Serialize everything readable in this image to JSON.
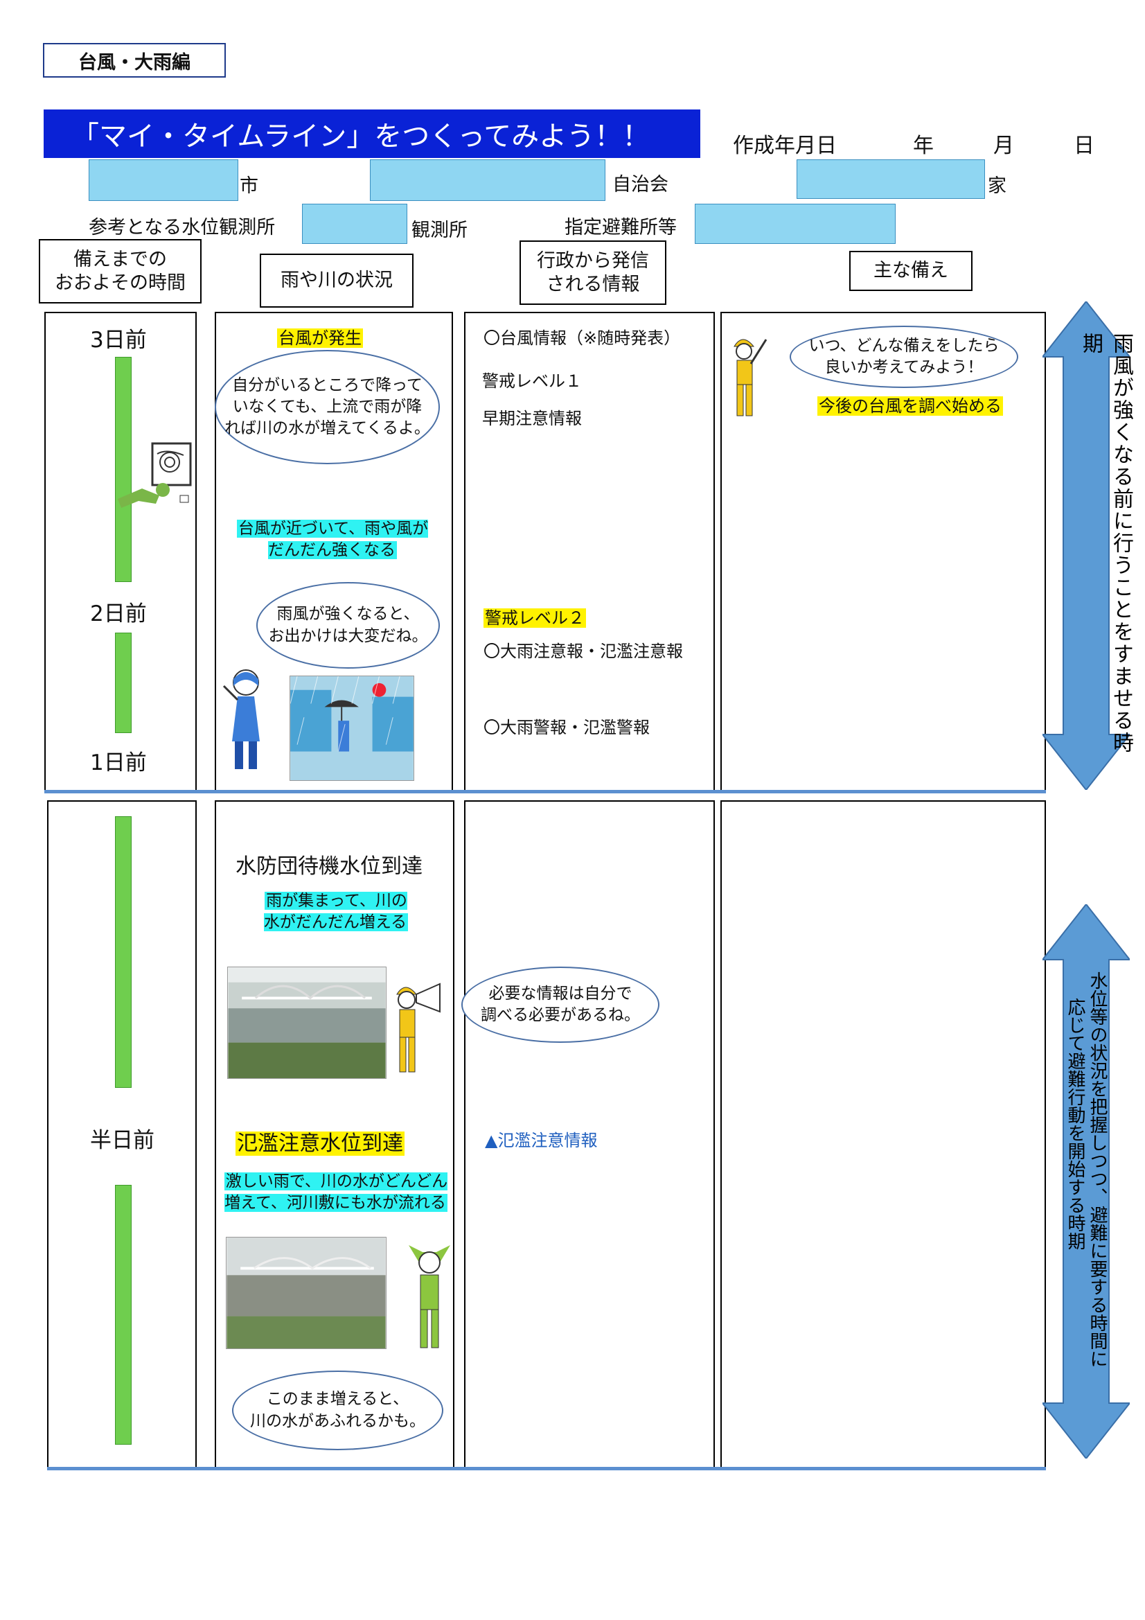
{
  "category_tag": "台風・大雨編",
  "title": "「マイ・タイムライン」をつくってみよう！！",
  "date_row": {
    "label": "作成年月日",
    "year": "年",
    "month": "月",
    "day": "日"
  },
  "info_row": {
    "city": "市",
    "association": "自治会",
    "family": "家"
  },
  "station_row": {
    "label": "参考となる水位観測所",
    "suffix": "観測所",
    "shelter_label": "指定避難所等"
  },
  "headers": {
    "time": "備えまでの\nおおよその時間",
    "river": "雨や川の状況",
    "gov": "行政から発信\nされる情報",
    "prep": "主な備え"
  },
  "timeline": {
    "day3": "3日前",
    "day2": "2日前",
    "day1": "1日前",
    "half": "半日前"
  },
  "river": {
    "typhoon_born": "台風が発生",
    "bubble1": "自分がいるところで降って\nいなくても、上流で雨が降\nれば川の水が増えてくるよ。",
    "approaching": "台風が近づいて、雨や風が\nだんだん強くなる",
    "bubble2": "雨風が強くなると、\nお出かけは大変だね。",
    "standby_level": "水防団待機水位到達",
    "rain_gather": "雨が集まって、川の\n水がだんだん増える",
    "flood_caution_level": "氾濫注意水位到達",
    "heavy_rain": "激しい雨で、川の水がどんどん\n増えて、河川敷にも水が流れる",
    "bubble4": "このまま増えると、\n川の水があふれるかも。"
  },
  "gov": {
    "typhoon_info": "〇台風情報（※随時発表）",
    "level1": "警戒レベル１",
    "early_caution": "早期注意情報",
    "level2": "警戒レベル２",
    "advisory": "〇大雨注意報・氾濫注意報",
    "warning": "〇大雨警報・氾濫警報",
    "bubble3": "必要な情報は自分で\n調べる必要があるね。",
    "flood_caution_info": "▲氾濫注意情報"
  },
  "prep": {
    "bubble": "いつ、どんな備えをしたら\n良いか考えてみよう！",
    "start_research": "今後の台風を調べ始める"
  },
  "side": {
    "upper": "雨風が強くなる前に行うことをすませる時期",
    "lower_1": "水位等の状況を把握しつつ、避難に要する時間に",
    "lower_2": "応じて避難行動を開始する時期"
  },
  "colors": {
    "title_bg": "#0a22d6",
    "field": "#8fd6f2",
    "arrow": "#5b9bd5",
    "green_bar": "#6fce4e",
    "yellow": "#fff200",
    "cyan": "#2ff2f2",
    "blue_text": "#1f5fbf"
  }
}
